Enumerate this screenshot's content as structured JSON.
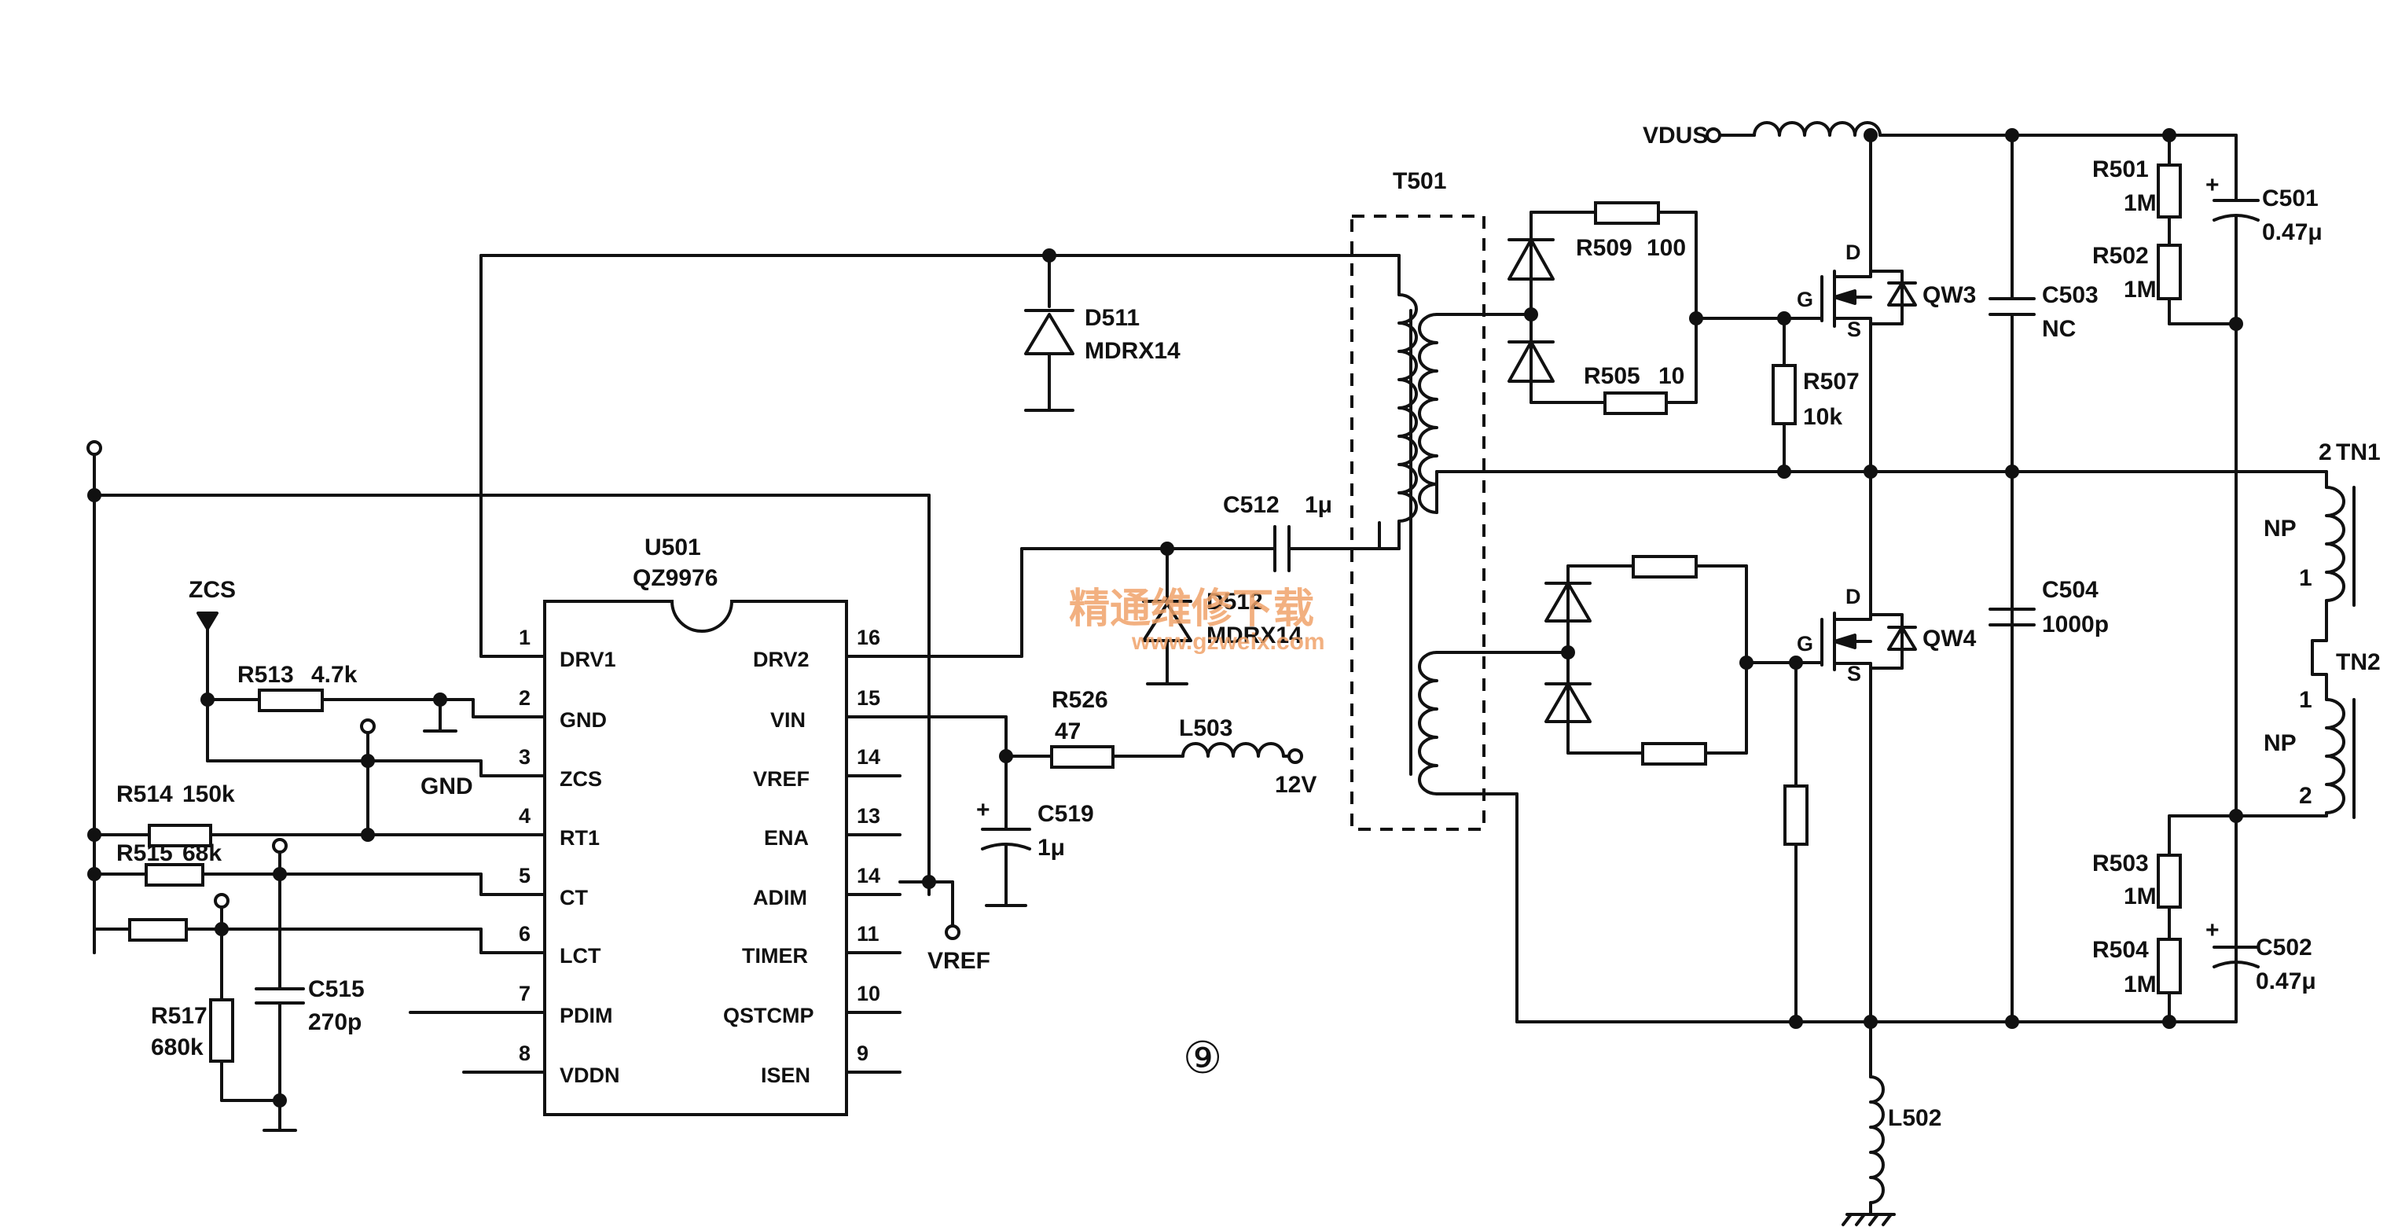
{
  "transformer": {
    "ref": "T501",
    "tn1": "TN1",
    "tn2": "TN2",
    "np1": "NP",
    "np2": "NP",
    "pin_2a": "2",
    "pin_1a": "1",
    "pin_1b": "1",
    "pin_2b": "2"
  },
  "ic": {
    "ref": "U501",
    "part": "QZ9976",
    "pins_left": [
      {
        "num": "1",
        "name": "DRV1"
      },
      {
        "num": "2",
        "name": "GND"
      },
      {
        "num": "3",
        "name": "ZCS"
      },
      {
        "num": "4",
        "name": "RT1"
      },
      {
        "num": "5",
        "name": "CT"
      },
      {
        "num": "6",
        "name": "LCT"
      },
      {
        "num": "7",
        "name": "PDIM"
      },
      {
        "num": "8",
        "name": "VDDN"
      }
    ],
    "pins_right": [
      {
        "num": "16",
        "name": "DRV2"
      },
      {
        "num": "15",
        "name": "VIN"
      },
      {
        "num": "14",
        "name": "VREF"
      },
      {
        "num": "13",
        "name": "ENA"
      },
      {
        "num": "14",
        "name": "ADIM"
      },
      {
        "num": "11",
        "name": "TIMER"
      },
      {
        "num": "10",
        "name": "QSTCMP"
      },
      {
        "num": "9",
        "name": "ISEN"
      }
    ]
  },
  "components": {
    "r513": {
      "ref": "R513",
      "value": "4.7k"
    },
    "r514": {
      "ref": "R514",
      "value": "150k"
    },
    "r515": {
      "ref": "R515",
      "value": "68k"
    },
    "r517": {
      "ref": "R517",
      "value": "680k"
    },
    "c515": {
      "ref": "C515",
      "value": "270p"
    },
    "r526": {
      "ref": "R526",
      "value": "47"
    },
    "l503": {
      "ref": "L503"
    },
    "c519": {
      "ref": "C519",
      "value": "1μ"
    },
    "d511": {
      "ref": "D511",
      "value": "MDRX14"
    },
    "d512": {
      "ref": "D512",
      "value": "MDRX14"
    },
    "c512": {
      "ref": "C512",
      "value": "1μ"
    },
    "r509": {
      "ref": "R509",
      "value": "100"
    },
    "r505": {
      "ref": "R505",
      "value": "10"
    },
    "r507": {
      "ref": "R507",
      "value": "10k"
    },
    "c503": {
      "ref": "C503",
      "value": "NC"
    },
    "c504": {
      "ref": "C504",
      "value": "1000p"
    },
    "r501": {
      "ref": "R501",
      "value": "1M"
    },
    "r502": {
      "ref": "R502",
      "value": "1M"
    },
    "c501": {
      "ref": "C501",
      "value": "0.47μ"
    },
    "r503": {
      "ref": "R503",
      "value": "1M"
    },
    "r504": {
      "ref": "R504",
      "value": "1M"
    },
    "c502": {
      "ref": "C502",
      "value": "0.47μ"
    },
    "l502": {
      "ref": "L502"
    },
    "qw3": {
      "ref": "QW3",
      "d": "D",
      "g": "G",
      "s": "S"
    },
    "qw4": {
      "ref": "QW4",
      "d": "D",
      "g": "G",
      "s": "S"
    }
  },
  "nets": {
    "zcs": "ZCS",
    "gnd": "GND",
    "v12": "12V",
    "vref": "VREF",
    "vdus": "VDUS"
  },
  "figure_mark": "⑨",
  "watermark": {
    "cn": "精通维修下载",
    "url": "www.gzweix.com"
  }
}
